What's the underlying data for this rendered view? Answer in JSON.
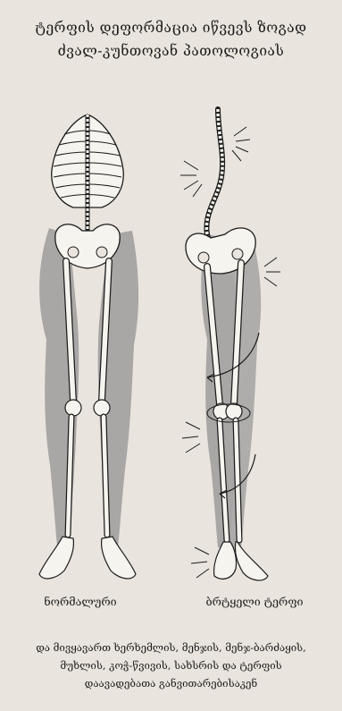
{
  "title": {
    "line1": "ტერფის დეფორმაცია იწვევს ზოგად",
    "line2": "ძვალ-კუნთოვან პათოლოგიას"
  },
  "labels": {
    "normal": "ნორმალური",
    "flatfoot": "ბრტყელი ტერფი"
  },
  "caption": {
    "line1": "და მივყავართ ხერხემლის, მენჯის, მენჯ-ბარძაყის,",
    "line2": "მუხლის, კოჭ-წვივის, სახსრის და ტერფის",
    "line3": "დაავადებათა განვითარებისაკენ"
  },
  "colors": {
    "background": "#e9e4dd",
    "muscle": "#a9a6a6",
    "bone": "#f6f4ef",
    "ink": "#1c1c1c"
  }
}
